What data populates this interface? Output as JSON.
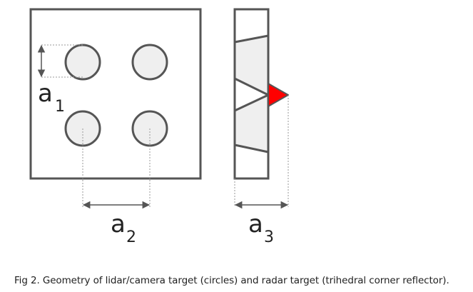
{
  "figure": {
    "labels": {
      "a1": {
        "letter": "a",
        "sub": "1"
      },
      "a2": {
        "letter": "a",
        "sub": "2"
      },
      "a3": {
        "letter": "a",
        "sub": "3"
      }
    },
    "colors": {
      "outline": "#555555",
      "circle_fill": "#efefef",
      "wedge_fill": "#efefef",
      "reflector": "#ff0000",
      "dimension_line": "#555555",
      "guide_line": "#999999"
    }
  },
  "caption": "Fig 2. Geometry of lidar/camera target (circles) and radar target (trihedral corner reflector)."
}
